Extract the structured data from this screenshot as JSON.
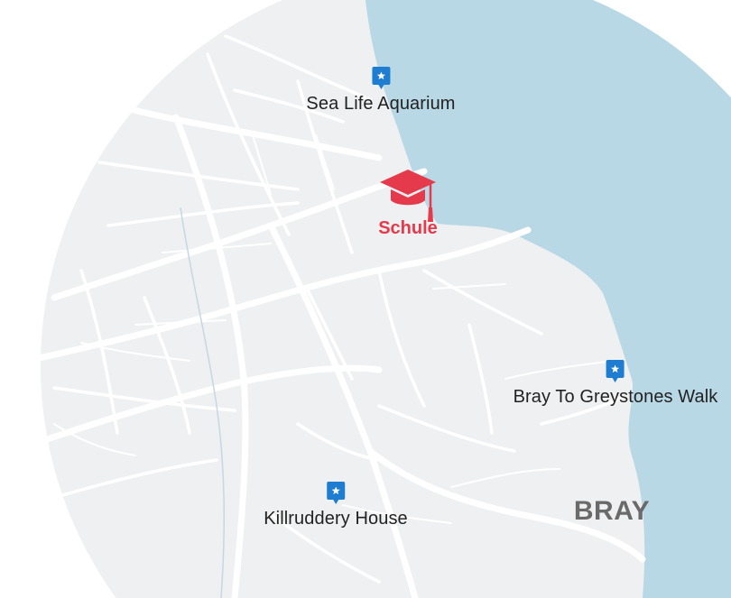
{
  "map": {
    "colors": {
      "land": "#eef0f2",
      "sea": "#b8d8e6",
      "road": "#ffffff",
      "background": "#ffffff",
      "poi_marker": "#1e7dd0",
      "school_accent": "#e53a4c",
      "town_label": "#6a6a6a"
    },
    "school": {
      "label": "Schule",
      "icon": "graduation-cap-icon"
    },
    "pois": [
      {
        "label": "Sea Life Aquarium",
        "icon": "star-marker-icon"
      },
      {
        "label": "Bray To Greystones Walk",
        "icon": "star-marker-icon"
      },
      {
        "label": "Killruddery House",
        "icon": "star-marker-icon"
      }
    ],
    "town": {
      "label": "BRAY"
    }
  }
}
